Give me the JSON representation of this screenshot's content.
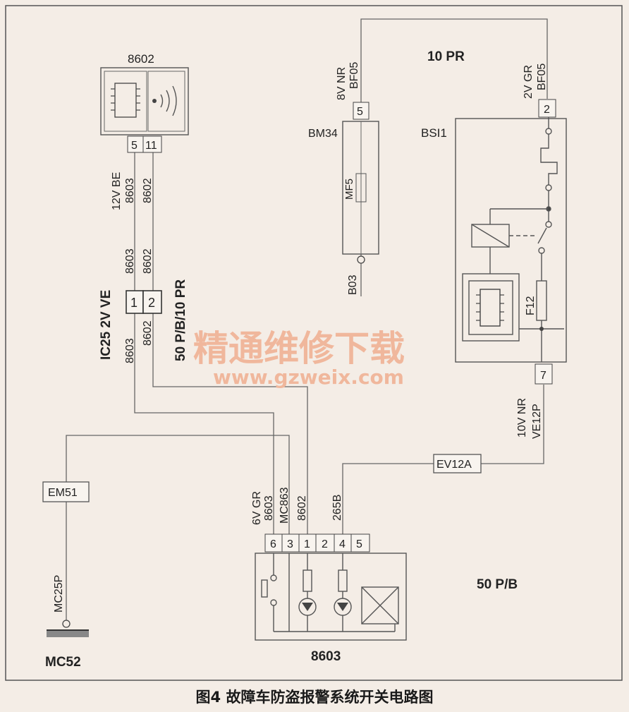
{
  "frame": {
    "bg": "#f4ede6",
    "line": "#555555"
  },
  "components": {
    "c8602": {
      "label": "8602",
      "pins": [
        "5",
        "11"
      ]
    },
    "bm34": {
      "label": "BM34",
      "pin": "5",
      "inner": "MF5",
      "ground": "B03"
    },
    "bsi1": {
      "label": "BSI1",
      "pin_top": "2",
      "pin_bottom": "7",
      "fuse": "F12"
    },
    "ic25": {
      "label": "IC25 2V VE",
      "pins": [
        "1",
        "2"
      ]
    },
    "c8603": {
      "label": "8603",
      "pins": [
        "6",
        "3",
        "1",
        "2",
        "4",
        "5"
      ]
    },
    "em51": {
      "label": "EM51"
    },
    "ev12a": {
      "label": "EV12A"
    },
    "mc52": {
      "label": "MC52"
    }
  },
  "wires": {
    "w8602_a": "12V BE",
    "w8602_b": "8603",
    "w8602_c": "8602",
    "ic_top_a": "8603",
    "ic_top_b": "8602",
    "ic_bot_a": "8603",
    "ic_bot_b": "8602",
    "bm34_a": "8V NR",
    "bm34_b": "BF05",
    "bsi_top_a": "2V GR",
    "bsi_top_b": "BF05",
    "bsi_bot_a": "10V NR",
    "bsi_bot_b": "VE12P",
    "c8603_a": "6V GR",
    "c8603_b": "8603",
    "c8603_c": "MC863",
    "c8603_d": "8602",
    "c8603_e": "265B",
    "mc25p": "MC25P"
  },
  "notes": {
    "top": "10 PR",
    "middle": "50 P/B/10 PR",
    "right": "50 P/B"
  },
  "watermark": {
    "title": "精通维修下载",
    "url": "www.gzweix.com"
  },
  "caption": "图4 故障车防盗报警系统开关电路图"
}
